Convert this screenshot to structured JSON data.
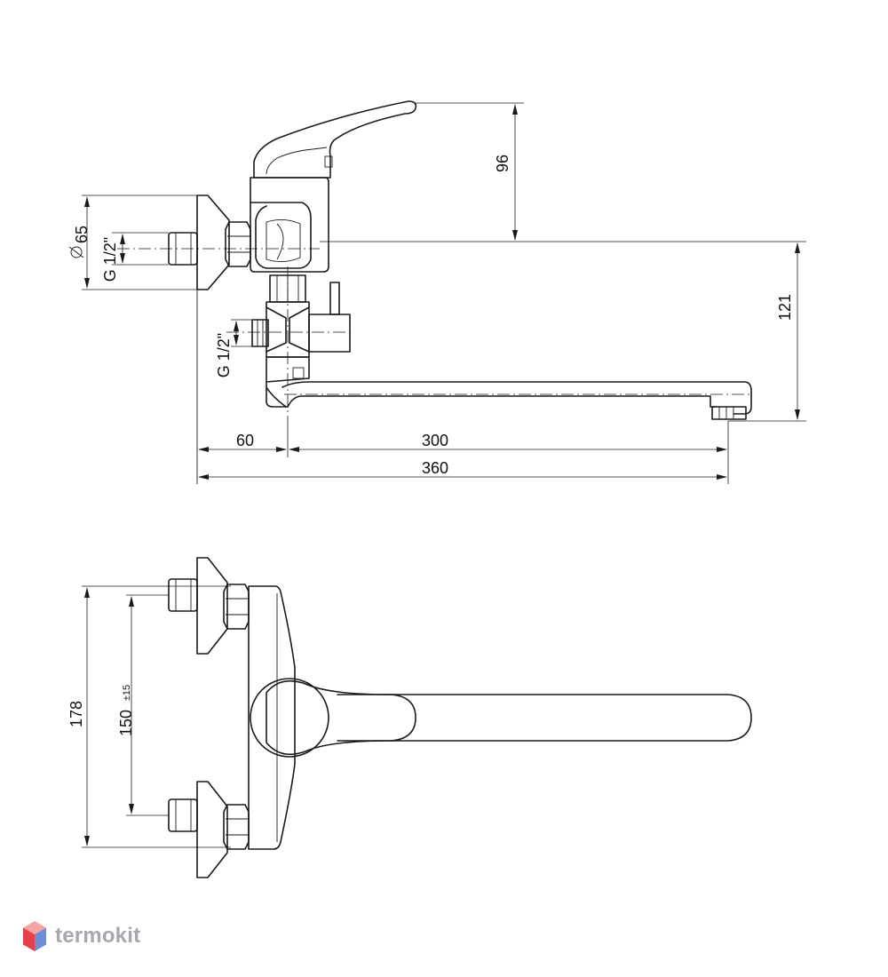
{
  "dimensions": {
    "height_handle": "96",
    "height_spout": "121",
    "flange_diameter": "65",
    "thread_top": "G 1/2\"",
    "thread_side": "G 1/2\"",
    "len_60": "60",
    "len_300": "300",
    "len_360": "360",
    "height_178": "178",
    "spacing_150": "150",
    "tolerance": "±15"
  },
  "brand": {
    "name": "termokit",
    "colors": {
      "top": "#f4a6a6",
      "left": "#e8404a",
      "right": "#6d8fd6",
      "text": "#a7a7ad"
    }
  },
  "colors": {
    "line": "#1a1a1a",
    "background": "#ffffff"
  }
}
